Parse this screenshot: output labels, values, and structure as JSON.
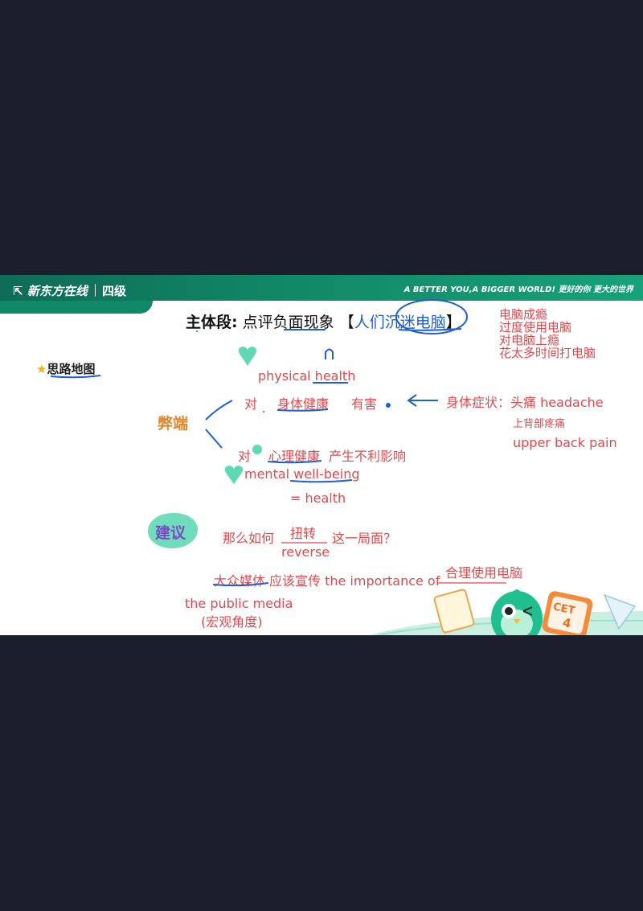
{
  "header": {
    "logo": "新东方在线",
    "level": "四级",
    "slogan": "A BETTER YOU,A BIGGER WORLD!  更好的你  更大的世界"
  },
  "title": {
    "label": "主体段:",
    "text": "点评负面现象",
    "bracket_open": "【",
    "topic": "人们沉迷电脑",
    "bracket_close": "】"
  },
  "notes_right": [
    "电脑成瘾",
    "过度使用电脑",
    "对电脑上瘾",
    "花太多时间打电脑"
  ],
  "mindmap": {
    "star": "★",
    "label": "思路地图"
  },
  "drawbacks": {
    "label": "弊端",
    "physical_en": "physical health",
    "dui1": "对",
    "body_health": "身体健康",
    "harmful": "有害",
    "symptoms": "身体症状：头痛 headache",
    "back_pain_cn": "上背部疼痛",
    "back_pain_en": "upper back pain",
    "dui2": "对",
    "mental_health": "心理健康",
    "negative": "产生不利影响",
    "mental_en": "mental well-being",
    "equals": "= health"
  },
  "suggestion": {
    "label": "建议",
    "question": "那么如何",
    "reverse_cn": "扭转",
    "question_end": "这一局面？",
    "reverse_en": "reverse",
    "media": "大众媒体",
    "should": "应该宣传 the importance of",
    "rational": "合理使用电脑",
    "media_en": "the public media",
    "macro": "(宏观角度)"
  },
  "badge": {
    "cet": "CET",
    "num": "4"
  },
  "colors": {
    "brand": "#118866",
    "ink_red": "#e2484d",
    "ink_blue": "#1e5fd6",
    "accent": "#5fd9b4"
  }
}
